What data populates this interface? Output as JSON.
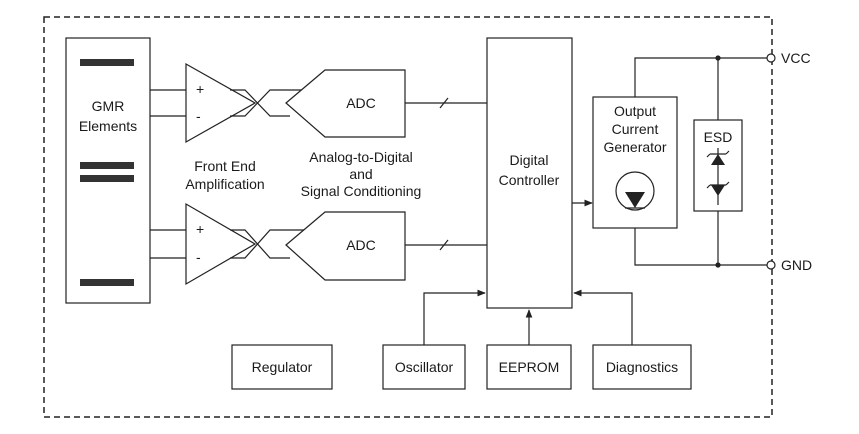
{
  "blocks": {
    "gmr": [
      "GMR",
      "Elements"
    ],
    "adc_top": "ADC",
    "adc_bottom": "ADC",
    "front_end": [
      "Front End",
      "Amplification"
    ],
    "analog_digital": [
      "Analog-to-Digital",
      "and",
      "Signal Conditioning"
    ],
    "controller": [
      "Digital",
      "Controller"
    ],
    "output": [
      "Output",
      "Current",
      "Generator"
    ],
    "esd": "ESD",
    "regulator": "Regulator",
    "oscillator": "Oscillator",
    "eeprom": "EEPROM",
    "diagnostics": "Diagnostics"
  },
  "amp_symbols": {
    "plus": "+",
    "minus": "-"
  },
  "pins": {
    "vcc": "VCC",
    "gnd": "GND"
  }
}
